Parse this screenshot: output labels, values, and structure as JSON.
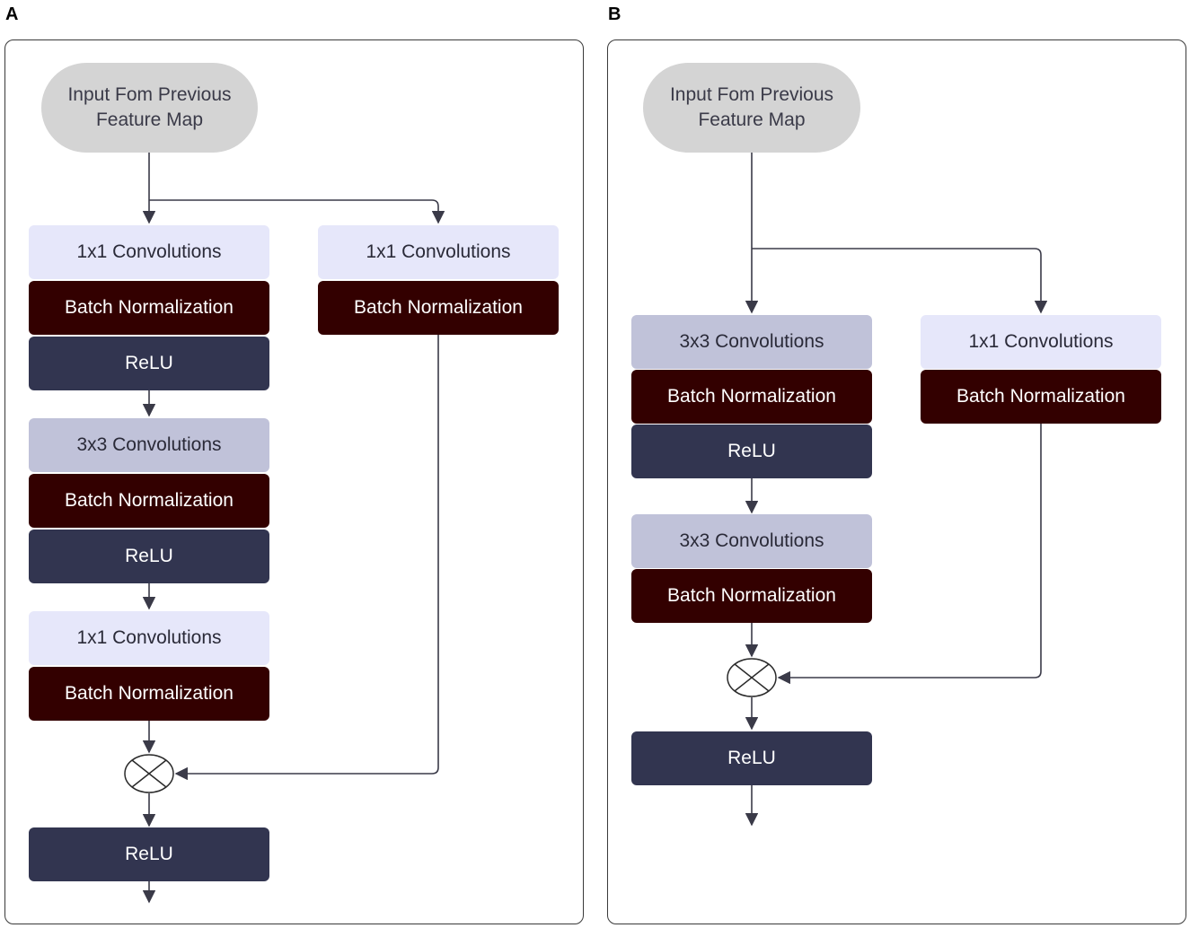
{
  "panels": {
    "A": {
      "label": "A",
      "input": "Input Fom Previous\nFeature Map",
      "main": [
        "1x1 Convolutions",
        "Batch Normalization",
        "ReLU",
        "3x3 Convolutions",
        "Batch Normalization",
        "ReLU",
        "1x1 Convolutions",
        "Batch Normalization"
      ],
      "shortcut": [
        "1x1 Convolutions",
        "Batch Normalization"
      ],
      "output": "ReLU"
    },
    "B": {
      "label": "B",
      "input": "Input Fom Previous\nFeature Map",
      "main": [
        "3x3 Convolutions",
        "Batch Normalization",
        "ReLU",
        "3x3 Convolutions",
        "Batch Normalization"
      ],
      "shortcut": [
        "1x1 Convolutions",
        "Batch Normalization"
      ],
      "output": "ReLU"
    }
  },
  "colors": {
    "input": "#d4d4d4",
    "conv1x1": "#e6e7fa",
    "conv3x3": "#c0c2d9",
    "batchnorm": "#330000",
    "relu": "#323550",
    "wire": "#3a3a48"
  }
}
